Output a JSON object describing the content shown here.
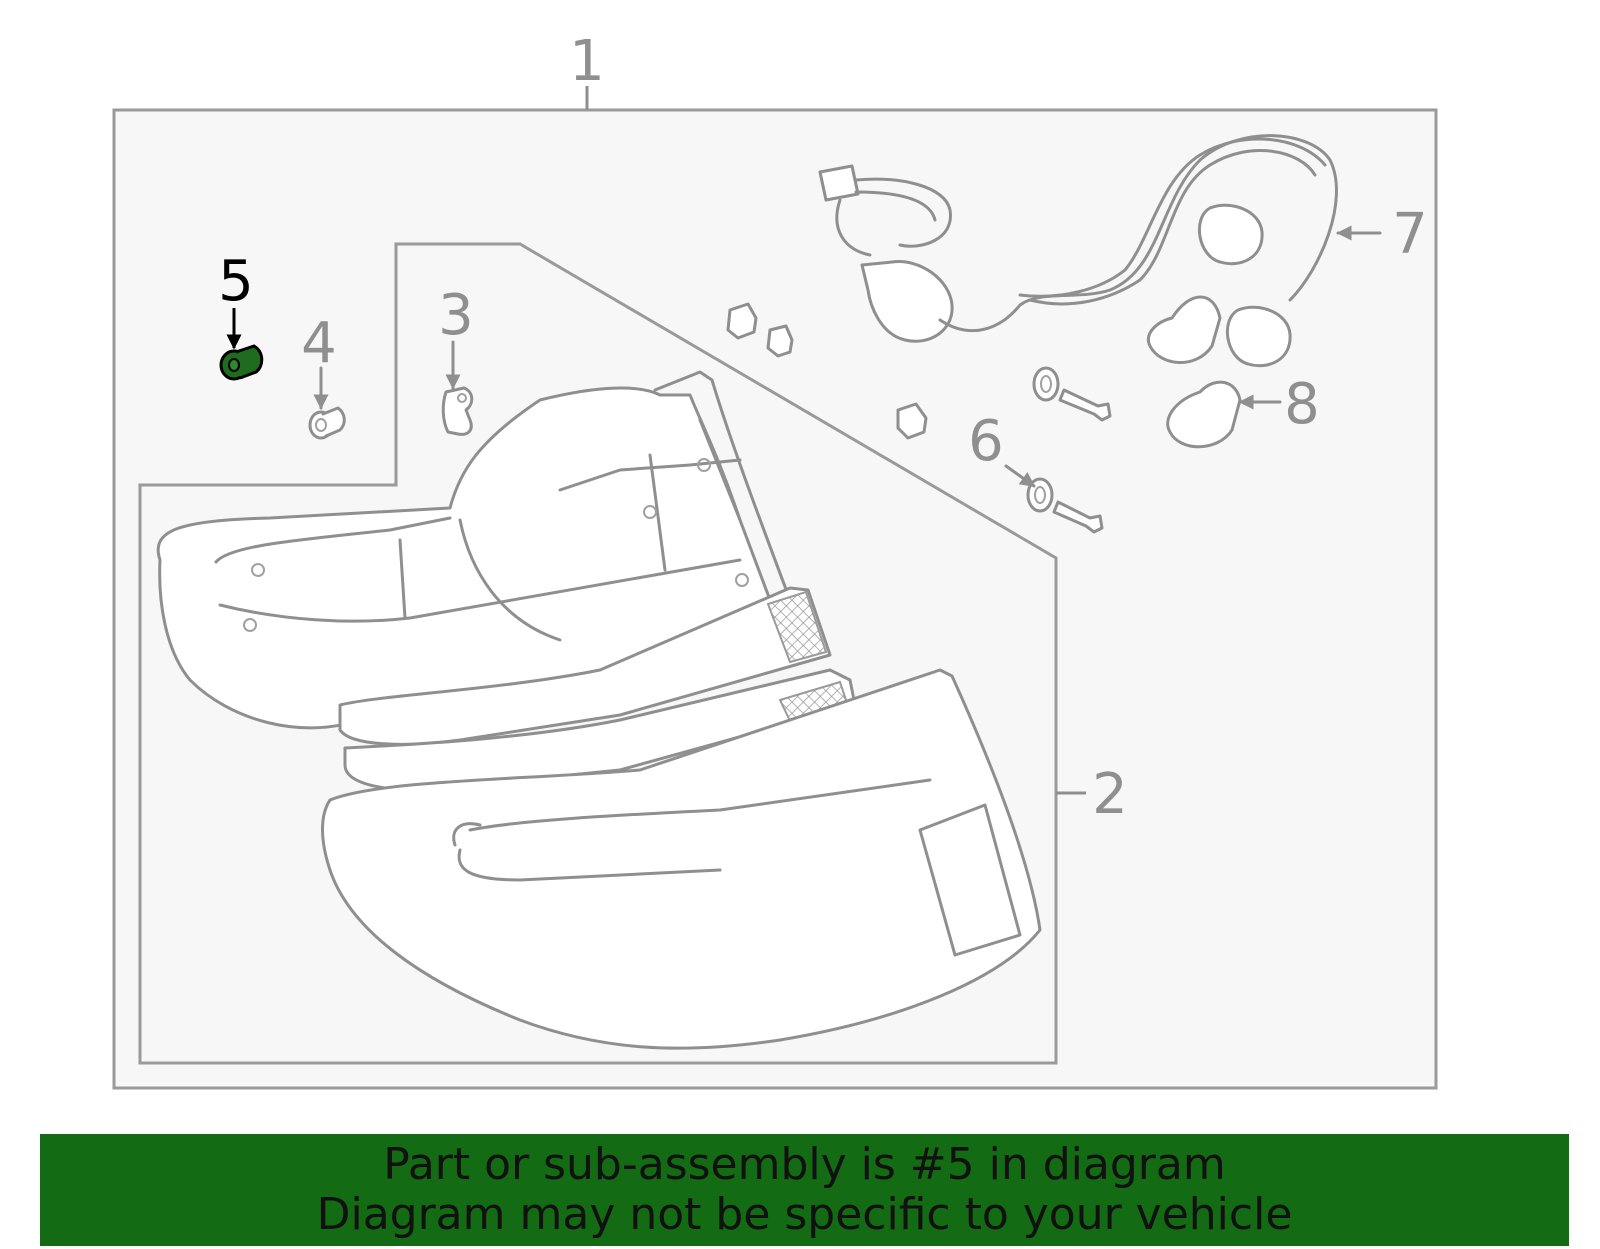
{
  "callouts": {
    "c1": "1",
    "c2": "2",
    "c3": "3",
    "c4": "4",
    "c5": "5",
    "c6": "6",
    "c7": "7",
    "c8": "8"
  },
  "highlight": {
    "part": "5",
    "color": "#1f6b1f"
  },
  "banner": {
    "line1": "Part or sub-assembly is #5 in diagram",
    "line2": "Diagram may not be specific to your vehicle",
    "background": "#136b13"
  }
}
